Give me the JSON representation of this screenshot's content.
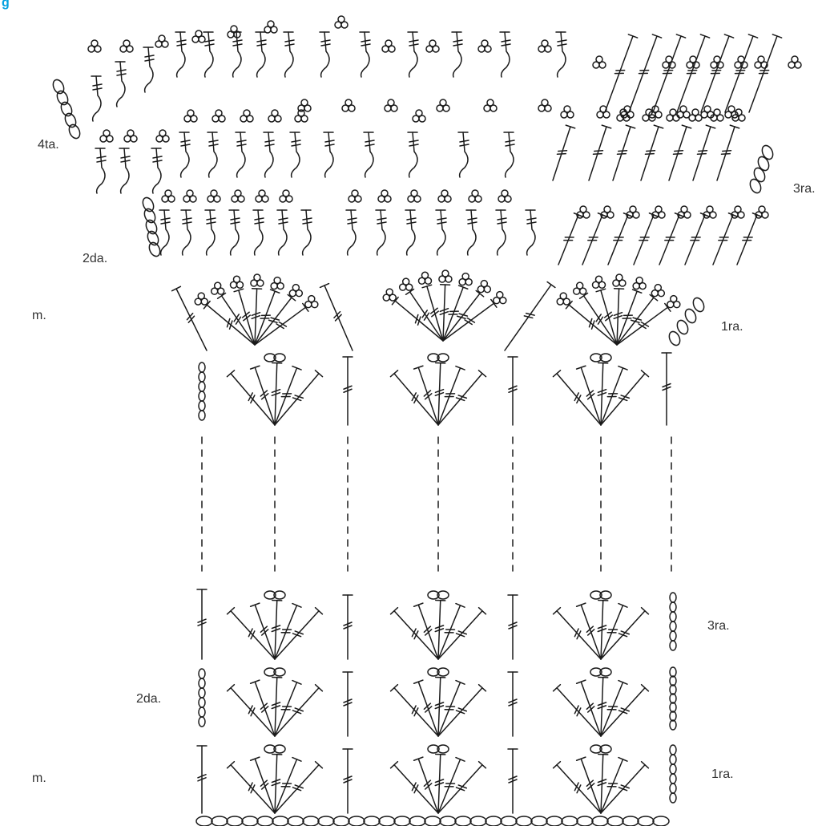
{
  "header_fragment": "g",
  "colors": {
    "ink": "#1a1a1a",
    "label": "#333333",
    "header_accent": "#00a0e0"
  },
  "labels": {
    "row4_upper": "4ta.",
    "row3_upper": "3ra.",
    "row2_upper": "2da.",
    "m_upper": "m.",
    "row1_upper": "1ra.",
    "row3_lower": "3ra.",
    "row2_lower": "2da.",
    "m_lower": "m.",
    "row1_lower": "1ra."
  }
}
